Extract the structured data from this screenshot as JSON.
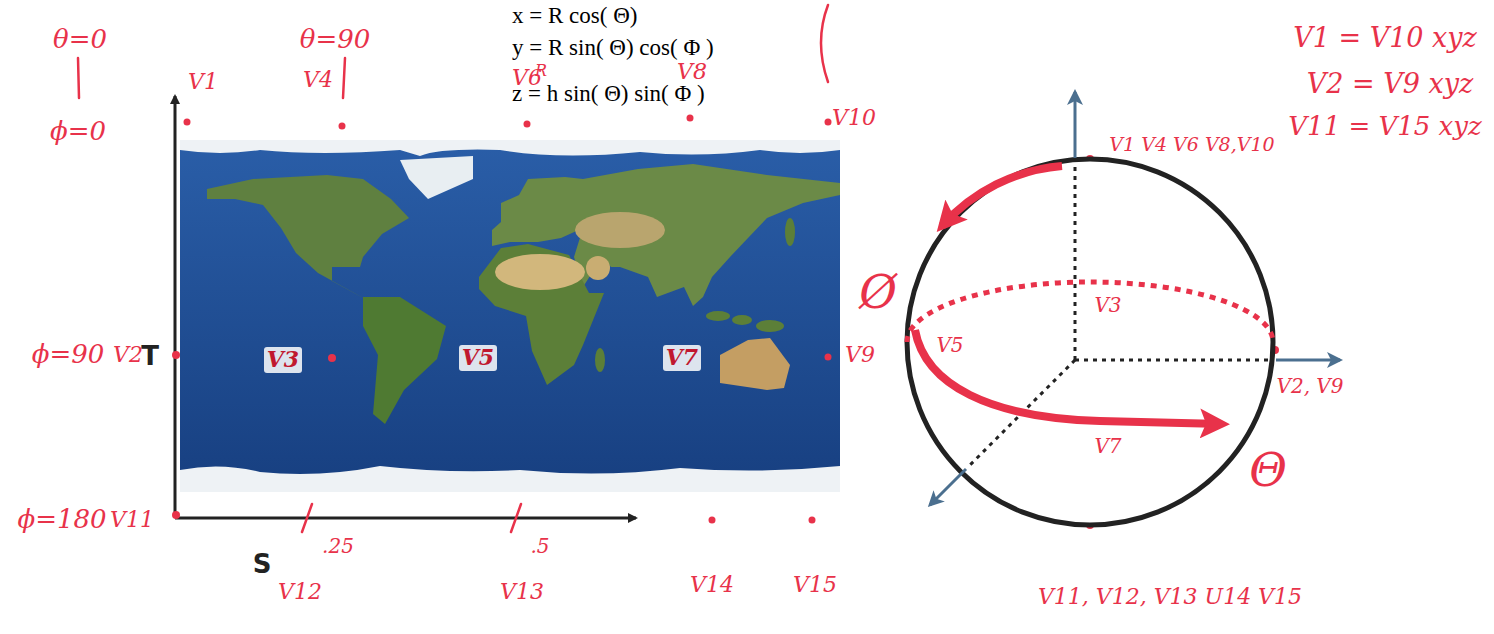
{
  "diagram": {
    "labels": [
      "x = R cos( Θ)",
      "y = R sin( Θ) cos( Φ )",
      "z = h sin( Θ) sin( Φ )",
      "R",
      "θ=0",
      "θ=90",
      "ϕ=0",
      "V1",
      "V4",
      "V6",
      "V8",
      "V10",
      "ϕ=90",
      "V2",
      "T",
      "V3",
      "V5",
      "V7",
      "V9",
      "ϕ=180",
      "V11",
      "S",
      ".25",
      "V12",
      ".5",
      "V13",
      "V14",
      "V15",
      "V1 = V10 xyz",
      "V2 = V9 xyz",
      "V11 = V15 xyz",
      "V1 V4 V6 V8,V10",
      "V3",
      "V5",
      "V2, V9",
      "V7",
      "Ø",
      "Θ",
      "V11, V12, V13 U14 V15"
    ]
  }
}
